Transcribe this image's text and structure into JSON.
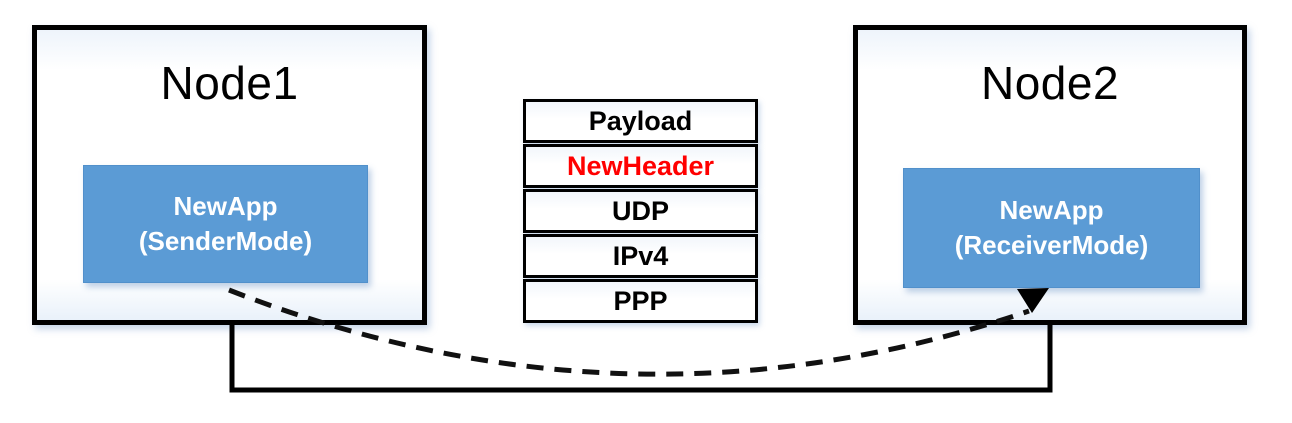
{
  "nodes": [
    {
      "title": "Node1",
      "app_line1": "NewApp",
      "app_line2": "(SenderMode)"
    },
    {
      "title": "Node2",
      "app_line1": "NewApp",
      "app_line2": "(ReceiverMode)"
    }
  ],
  "stack": {
    "layers": [
      {
        "label": "Payload",
        "color": "#000000"
      },
      {
        "label": "NewHeader",
        "color": "#ff0000"
      },
      {
        "label": "UDP",
        "color": "#000000"
      },
      {
        "label": "IPv4",
        "color": "#000000"
      },
      {
        "label": "PPP",
        "color": "#000000"
      }
    ]
  },
  "connectors": {
    "dashed_arrow": "sender-to-receiver",
    "solid_link": "node1-node2-link"
  },
  "colors": {
    "app_fill": "#5b9bd5",
    "app_text": "#ffffff",
    "line": "#000000",
    "highlight_text": "#ff0000"
  }
}
